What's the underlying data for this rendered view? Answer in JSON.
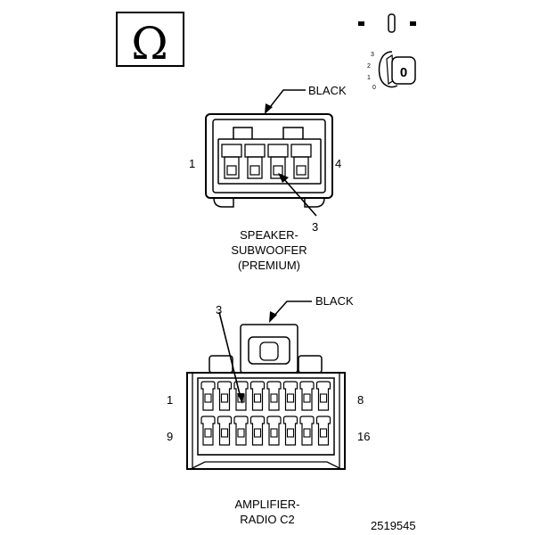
{
  "symbol": {
    "ohm": "Ω"
  },
  "ignition": {
    "positions": [
      "3",
      "2",
      "1",
      "0"
    ],
    "key_label": "0"
  },
  "speaker_connector": {
    "color_label": "BLACK",
    "pin_left": "1",
    "pin_right": "4",
    "callout_pin": "3",
    "caption": [
      "SPEAKER-",
      "SUBWOOFER",
      "(PREMIUM)"
    ]
  },
  "amplifier_connector": {
    "color_label": "BLACK",
    "callout_pin": "3",
    "pin_top_left": "1",
    "pin_top_right": "8",
    "pin_bottom_left": "9",
    "pin_bottom_right": "16",
    "caption": [
      "AMPLIFIER-",
      "RADIO C2"
    ]
  },
  "figure_number": "2519545",
  "colors": {
    "line": "#000000",
    "background": "#ffffff"
  }
}
